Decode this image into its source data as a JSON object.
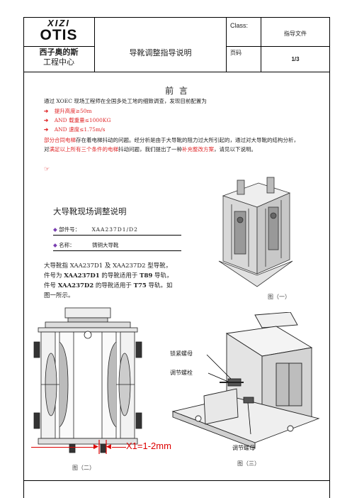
{
  "header": {
    "logo_top": "XIZI",
    "logo_bottom": "OTIS",
    "company_line1": "西子奥的斯",
    "company_line2": "工程中心",
    "doc_title": "导靴调整指导说明",
    "class_label": "Class:",
    "class_value": "指导文件",
    "page_label": "页码",
    "page_value": "1/3"
  },
  "preface": {
    "heading": "前  言",
    "intro": "通过 XOEC 现场工程师在全国多处工地的细致调查，发现目前配置为",
    "bullets": [
      "提升高度≥50m",
      "AND 载重量≤1000KG",
      "AND 速度≤1.75m/s"
    ],
    "para_red1": "部分合同电梯",
    "para_black1": "存在着电梯抖动的问题。经分析是由于大导靴的阻力过大所引起的，通过对大导靴的结构分析，对",
    "para_red2": "满足以上所有三个条件的电梯",
    "para_black2": "抖动问题，我们提出了一种",
    "para_red3": "补充整改方案",
    "para_black3": "，请见以下说明。",
    "pointer": "☞"
  },
  "section": {
    "title": "大导靴现场调整说明",
    "part_label": "部件号：",
    "part_value": "XAA237D1/D2",
    "name_label": "名称：",
    "name_value": "铸铜大导靴",
    "desc_part1": "大导靴指 XAA237D1 及 XAA237D2 型导靴，件号为 ",
    "desc_bold1": "XAA237D1",
    "desc_part2": " 的导靴适用于 ",
    "desc_bold2": "T89",
    "desc_part3": " 导轨，件号 ",
    "desc_bold3": "XAA237D2",
    "desc_part4": " 的导靴适用于 ",
    "desc_bold4": "T75",
    "desc_part5": " 导轨。如图一所示。"
  },
  "figures": {
    "fig1_caption": "图（一）",
    "fig2_caption": "图（二）",
    "fig3_caption": "图（三）",
    "dim_label": "X1=1-2mm",
    "label_lock_nut": "锁紧螺母",
    "label_adjust_bolt": "调节螺栓",
    "label_adjust_nut": "调节螺母"
  }
}
